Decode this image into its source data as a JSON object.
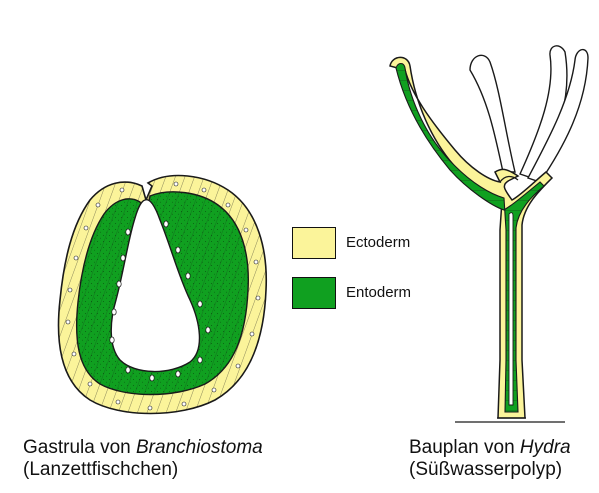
{
  "colors": {
    "ectoderm": "#fbf49a",
    "entoderm": "#10a020",
    "outline": "#1a1a1a",
    "background": "#ffffff"
  },
  "legend": {
    "ectoderm_label": "Ectoderm",
    "entoderm_label": "Entoderm"
  },
  "left_caption": {
    "line1_prefix": "Gastrula von ",
    "line1_italic": "Branchiostoma",
    "line2": "(Lanzettfischchen)"
  },
  "right_caption": {
    "line1_prefix": "Bauplan von ",
    "line1_italic": "Hydra",
    "line2": "(Süßwasserpolyp)"
  }
}
